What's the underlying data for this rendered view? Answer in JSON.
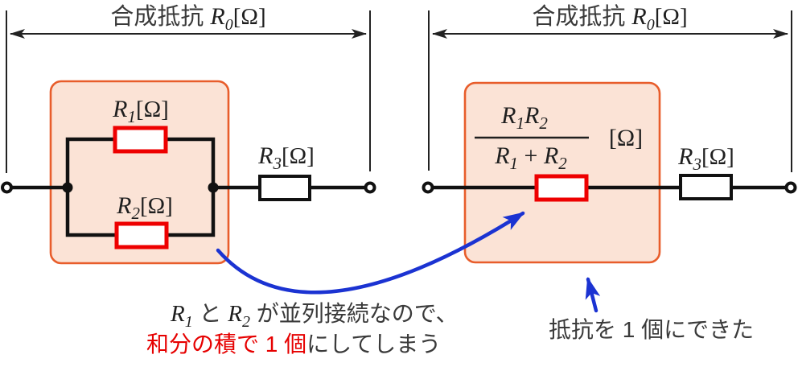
{
  "colors": {
    "box_fill": "#fbe3d6",
    "box_border": "#e85d2b",
    "resistor_red": "#ee0000",
    "wire_black": "#111111",
    "arrow_blue": "#1b33d2",
    "text_dark": "#3a3a3a",
    "text_red": "#e60000"
  },
  "left_circuit": {
    "title": {
      "prefix": "合成抵抗 ",
      "sym": "R",
      "sub": "0",
      "unit": "[Ω]"
    },
    "r1_label": {
      "sym": "R",
      "sub": "1",
      "unit": "[Ω]"
    },
    "r2_label": {
      "sym": "R",
      "sub": "2",
      "unit": "[Ω]"
    },
    "r3_label": {
      "sym": "R",
      "sub": "3",
      "unit": "[Ω]"
    }
  },
  "right_circuit": {
    "title": {
      "prefix": "合成抵抗 ",
      "sym": "R",
      "sub": "0",
      "unit": "[Ω]"
    },
    "combined_label": {
      "numerator": {
        "sym1": "R",
        "sub1": "1",
        "sym2": "R",
        "sub2": "2"
      },
      "denominator": {
        "sym1": "R",
        "sub1": "1",
        "plus": " + ",
        "sym2": "R",
        "sub2": "2"
      },
      "unit": "[Ω]"
    },
    "r3_label": {
      "sym": "R",
      "sub": "3",
      "unit": "[Ω]"
    }
  },
  "caption": {
    "line1": {
      "sym1": "R",
      "sub1": "1",
      "conj": " と ",
      "sym2": "R",
      "sub2": "2",
      "rest": " が並列接続なので、"
    },
    "line2_red": "和分の積で 1 個",
    "line2_rest": "にしてしまう"
  },
  "annotation": "抵抗を 1 個にできた"
}
